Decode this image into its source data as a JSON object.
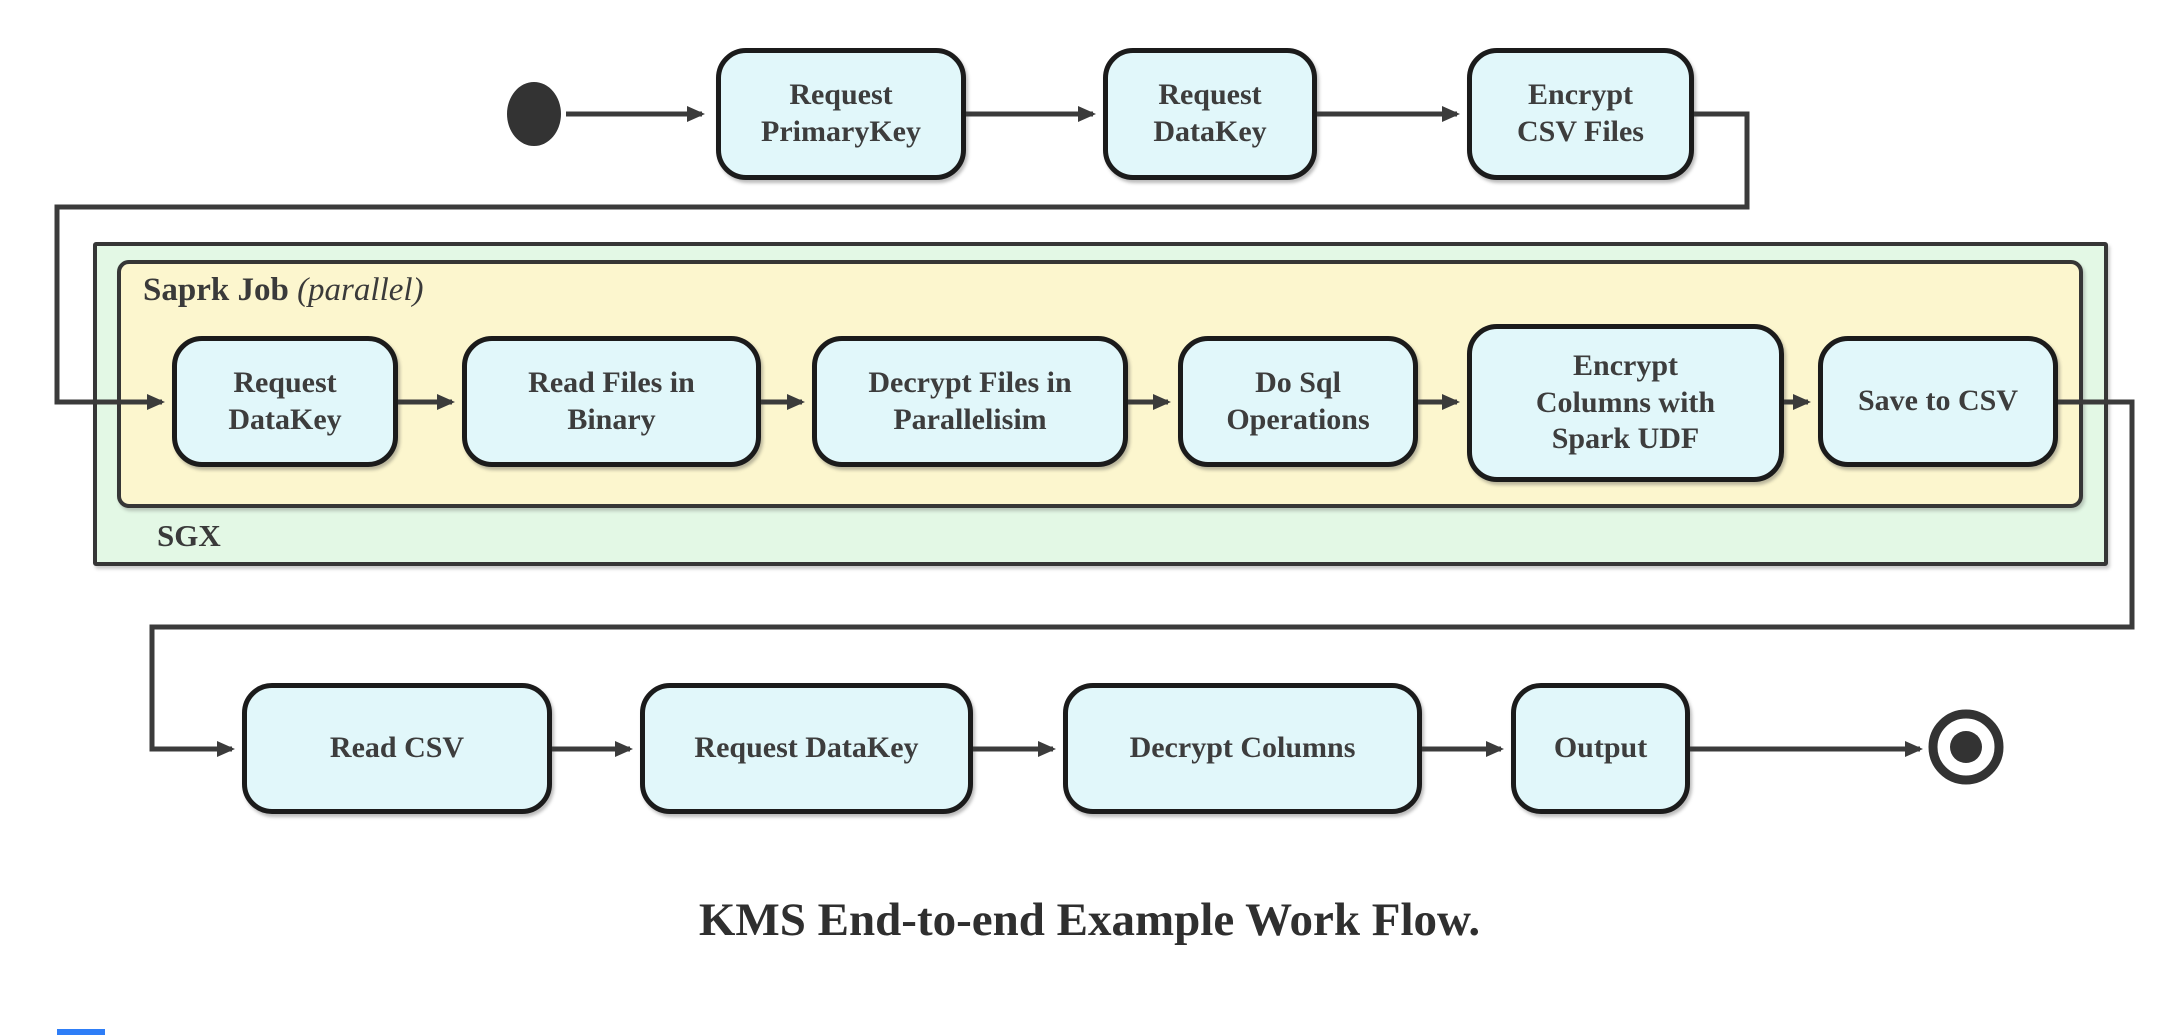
{
  "diagram": {
    "title": "KMS End-to-end Example Work Flow.",
    "colors": {
      "node_fill": "#e1f7fa",
      "node_border": "#1b1b1b",
      "sgx_container_fill": "#e3f8e5",
      "spark_container_fill": "#fcf6ce",
      "edge_line": "#3b3b3b",
      "text": "#3d3d3d"
    },
    "containers": {
      "sgx": {
        "label": "SGX"
      },
      "spark": {
        "label_bold": "Saprk Job",
        "label_italic": "(parallel)"
      }
    },
    "rows": {
      "top": [
        {
          "label": "Request\nPrimaryKey"
        },
        {
          "label": "Request\nDataKey"
        },
        {
          "label": "Encrypt\nCSV Files"
        }
      ],
      "middle": [
        {
          "label": "Request\nDataKey"
        },
        {
          "label": "Read Files in\nBinary"
        },
        {
          "label": "Decrypt Files in\nParallelisim"
        },
        {
          "label": "Do Sql\nOperations"
        },
        {
          "label": "Encrypt\nColumns with\nSpark UDF"
        },
        {
          "label": "Save to CSV"
        }
      ],
      "bottom": [
        {
          "label": "Read CSV"
        },
        {
          "label": "Request DataKey"
        },
        {
          "label": "Decrypt Columns"
        },
        {
          "label": "Output"
        }
      ]
    },
    "terminals": {
      "start": "start-node",
      "end": "end-node"
    }
  }
}
